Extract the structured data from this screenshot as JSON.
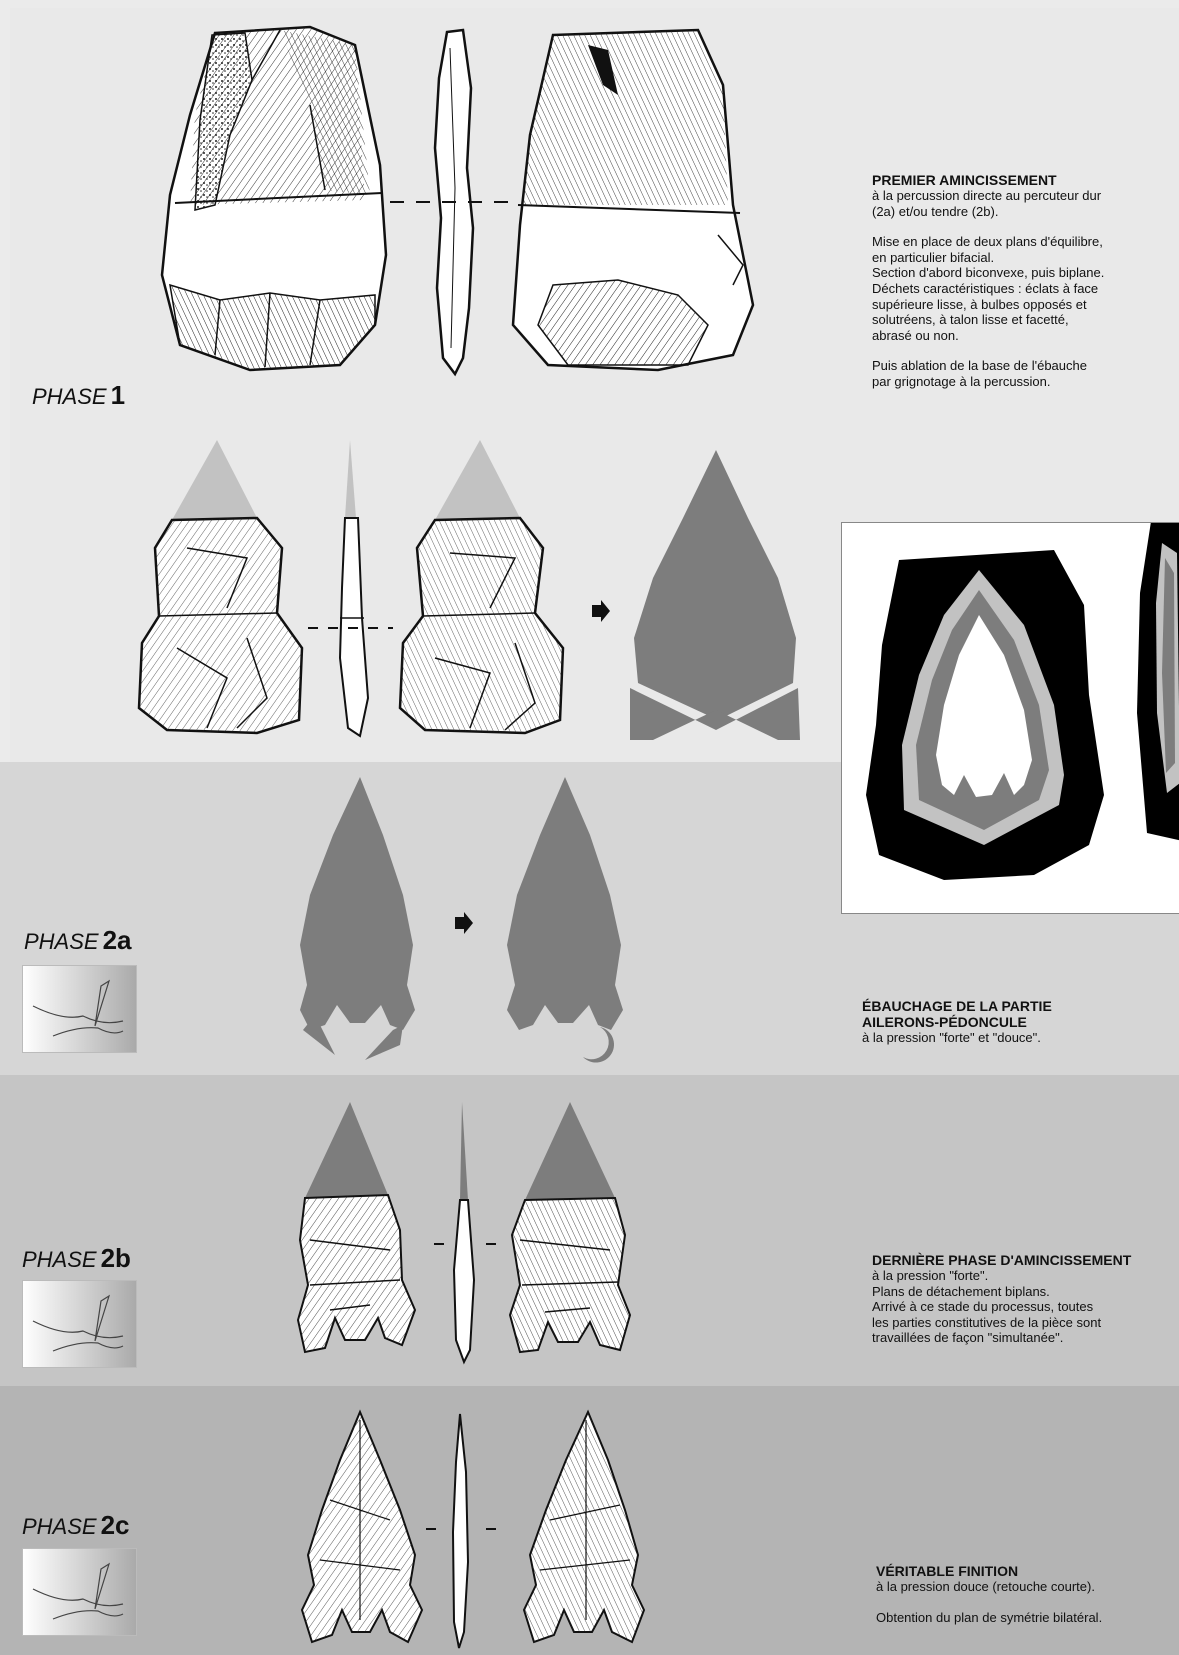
{
  "phases": {
    "p1": {
      "word": "PHASE",
      "num": "1"
    },
    "p2a": {
      "word": "PHASE",
      "num": "2a"
    },
    "p2b": {
      "word": "PHASE",
      "num": "2b"
    },
    "p2c": {
      "word": "PHASE",
      "num": "2c"
    }
  },
  "text1": {
    "title": "PREMIER AMINCISSEMENT",
    "l1": "à la percussion directe au percuteur dur",
    "l2": "(2a) et/ou tendre (2b).",
    "l3": "Mise en place de deux plans d'équilibre,",
    "l4": "en particulier bifacial.",
    "l5": "Section d'abord biconvexe, puis biplane.",
    "l6": "Déchets caractéristiques : éclats à face",
    "l7": "supérieure lisse, à bulbes opposés et",
    "l8": "solutréens, à talon lisse et facetté,",
    "l9": "abrasé ou non.",
    "l10": "Puis ablation de la base de l'ébauche",
    "l11": "par grignotage à la percussion."
  },
  "text2a": {
    "title1": "ÉBAUCHAGE DE LA PARTIE",
    "title2": "AILERONS-PÉDONCULE",
    "l1": "à la pression \"forte\" et \"douce\"."
  },
  "text2b": {
    "title": "DERNIÈRE PHASE D'AMINCISSEMENT",
    "l1": "à la pression \"forte\".",
    "l2": "Plans de détachement biplans.",
    "l3": "Arrivé à ce stade du processus, toutes",
    "l4": "les parties constitutives de la pièce sont",
    "l5": "travaillées de façon \"simultanée\"."
  },
  "text2c": {
    "title": "VÉRITABLE FINITION",
    "l1": "à la pression douce (retouche courte).",
    "l2": "Obtention du plan de symétrie bilatéral."
  },
  "colors": {
    "band1": "#ebebeb",
    "band2a": "#d6d6d6",
    "band2b": "#c5c5c5",
    "band2c": "#b4b4b4",
    "removed": "#c2c2c2",
    "target": "#7d7d7d",
    "ink": "#111111"
  }
}
